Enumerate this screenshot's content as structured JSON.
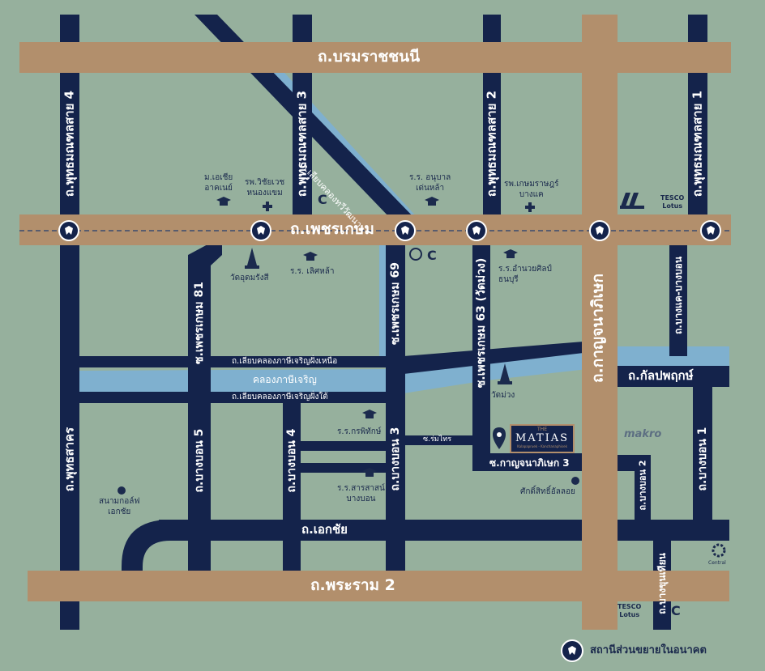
{
  "colors": {
    "background": "#96b09d",
    "main_road": "#b28f6c",
    "street": "#14234b",
    "canal": "#7fb0cf",
    "bts_line": "#3b4b6e",
    "label_dark": "#1b2a4d"
  },
  "roads": {
    "boromratchachonnani": "ถ.บรมราชชนนี",
    "phetkasem": "ถ.เพชรเกษม",
    "rama2": "ถ.พระราม 2",
    "kanchanaphisek": "ถ.กาญจนาภิเษก",
    "ekkachai": "ถ.เอกชัย",
    "phutthamonthon4": "ถ.พุทธมณฑลสาย 4",
    "phutthamonthon3": "ถ.พุทธมณฑลสาย 3",
    "phutthamonthon2": "ถ.พุทธมณฑลสาย 2",
    "phutthamonthon1": "ถ.พุทธมณฑลสาย 1",
    "phutthasakhon": "ถ.พุทธสาคร",
    "soi_phetkasem81": "ซ.เพชรเกษม 81",
    "soi_phetkasem69": "ซ.เพชรเกษม 69",
    "soi_phetkasem63": "ซ.เพชรเกษม 63 (วัดม่วง)",
    "bangbon5": "ถ.บางบอน 5",
    "bangbon4": "ถ.บางบอน 4",
    "bangbon3": "ถ.บางบอน 3",
    "bangbon2": "ถ.บางบอน 2",
    "bangbon1": "ถ.บางบอน 1",
    "kanlapaphruek": "ถ.กัลปพฤกษ์",
    "bangkhae_bangbon": "ถ.บางแค-บางบอน",
    "bangkhunthian": "ถ.บางขุนเทียน",
    "soi_kanchanaphisek3": "ซ.กาญจนาภิเษก 3",
    "soi_romsai": "ซ.ร่มไทร",
    "khlong_thawiwattana_road": "ถ.เลียบคลองทวีวัฒนา",
    "canal_north_road": "ถ.เลียบคลองภาษีเจริญฝั่งเหนือ",
    "canal_south_road": "ถ.เลียบคลองภาษีเจริญฝั่งใต้",
    "khlong_phasi_charoen": "คลองภาษีเจริญ"
  },
  "pois": {
    "asia_univ": "ม.เอเชีย\nอาคเนย์",
    "vichaivej_hospital": "รพ.วิชัยเวช\nหนองแขม",
    "anuban_school": "ร.ร. อนุบาล\nเด่นหล้า",
    "kasemrad_hospital": "รพ.เกษมราษฎร์\nบางแค",
    "wat_udom": "วัดอุดมรังสี",
    "lertlah_school": "ร.ร. เลิศหล้า",
    "amnuaysilpa_school": "ร.ร.อำนวยศิลป์\nธนบุรี",
    "wat_muang": "วัดม่วง",
    "kornpitak_school": "ร.ร.กรพิทักษ์",
    "sarasas_school": "ร.ร.สารสาสน์\nบางบอน",
    "golf_course": "สนามกอล์ฟ\nเอกชัย",
    "saksit_alloy": "ศักดิ์สิทธิ์อัลลอย",
    "makro": "makro",
    "central": "Central",
    "tesco_top": "TESCO\nLotus",
    "tesco_bottom": "TESCO\nLotus"
  },
  "project": {
    "name": "MATIAS",
    "prefix": "THE",
    "tagline": "Kalapapruek - Kanchanaphisek"
  },
  "legend": {
    "label": "สถานีส่วนขยายในอนาคต",
    "icon": "bts-station-icon"
  }
}
